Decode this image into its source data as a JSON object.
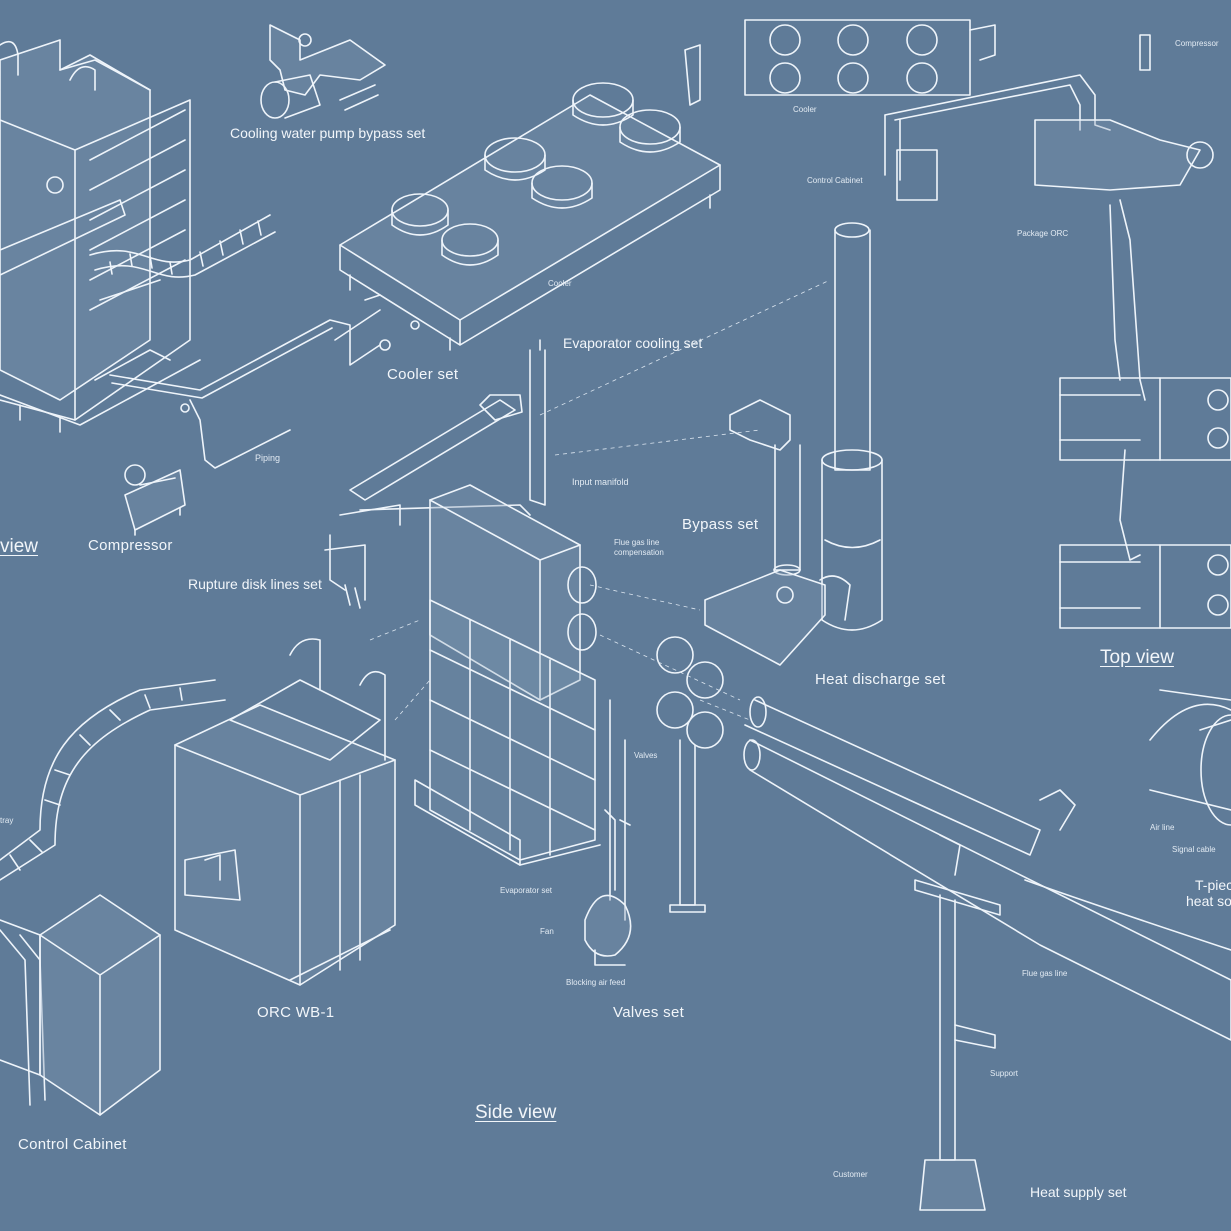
{
  "labels": {
    "cooling_water_pump_bypass_set": "Cooling water pump bypass set",
    "cooler_set": "Cooler set",
    "cooler": "Cooler",
    "piping": "Piping",
    "compressor": "Compressor",
    "view_partial": "view",
    "evaporator_cooling_set": "Evaporator cooling set",
    "input_manifold": "Input manifold",
    "bypass_set": "Bypass set",
    "flue_gas_line_compensation": "Flue gas line compensation",
    "rupture_disk_lines_set": "Rupture disk lines set",
    "heat_discharge_set": "Heat discharge set",
    "valves": "Valves",
    "evaporator_set": "Evaporator set",
    "fan": "Fan",
    "blocking_air_feed": "Blocking air feed",
    "valves_set": "Valves set",
    "orc_wb_1": "ORC WB-1",
    "control_cabinet": "Control Cabinet",
    "side_view": "Side view",
    "cable_tray": "tray",
    "top_cooler": "Cooler",
    "top_control_cabinet": "Control Cabinet",
    "package_orc": "Package ORC",
    "top_compressor": "Compressor",
    "top_view": "Top view",
    "air_line": "Air line",
    "signal_cable": "Signal cable",
    "t_piece_line1": "T-piece",
    "t_piece_line2": "heat so",
    "flue_gas_line": "Flue gas line",
    "support": "Support",
    "customer": "Customer",
    "heat_supply_set": "Heat supply set"
  },
  "colors": {
    "background": "#5f7b98",
    "line": "#eef4fa"
  }
}
